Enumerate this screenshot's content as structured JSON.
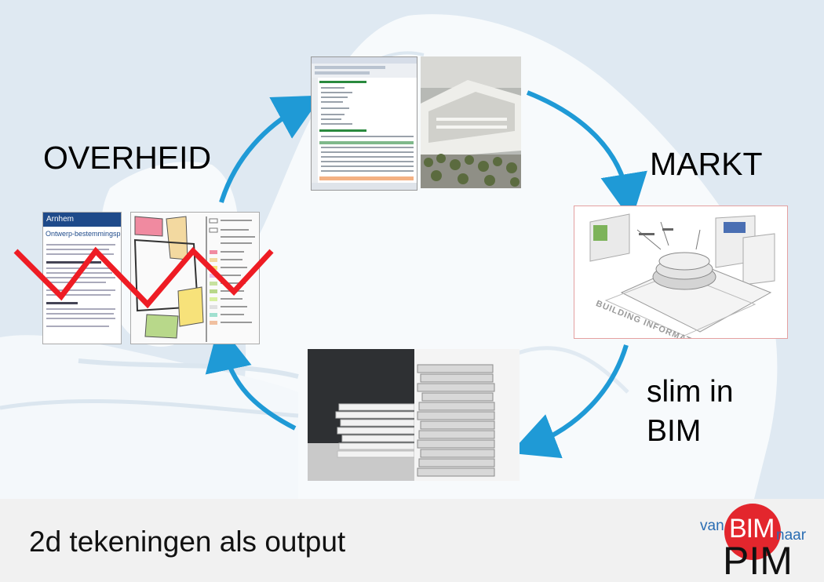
{
  "labels": {
    "overheid": "OVERHEID",
    "markt": "MARKT",
    "slim_line1": "slim in",
    "slim_line2": "BIM"
  },
  "footer": {
    "caption": "2d tekeningen als output"
  },
  "logo": {
    "van": "van",
    "bim": "BIM",
    "naar": "naar",
    "pim": "PIM"
  },
  "doc": {
    "org": "Arnhem",
    "title": "Ontwerp-bestemmingsplan"
  },
  "spreadsheet": {
    "name": "spreadsheet-thumbnail"
  },
  "model": {
    "caption": "BUILDING INFORMATION MODELLING"
  },
  "colors": {
    "arrow": "#1f9ad6",
    "zigzag": "#ee1c24",
    "logo_red": "#e3262d",
    "logo_blue": "#2a6db3",
    "map": "#f7fafc"
  }
}
